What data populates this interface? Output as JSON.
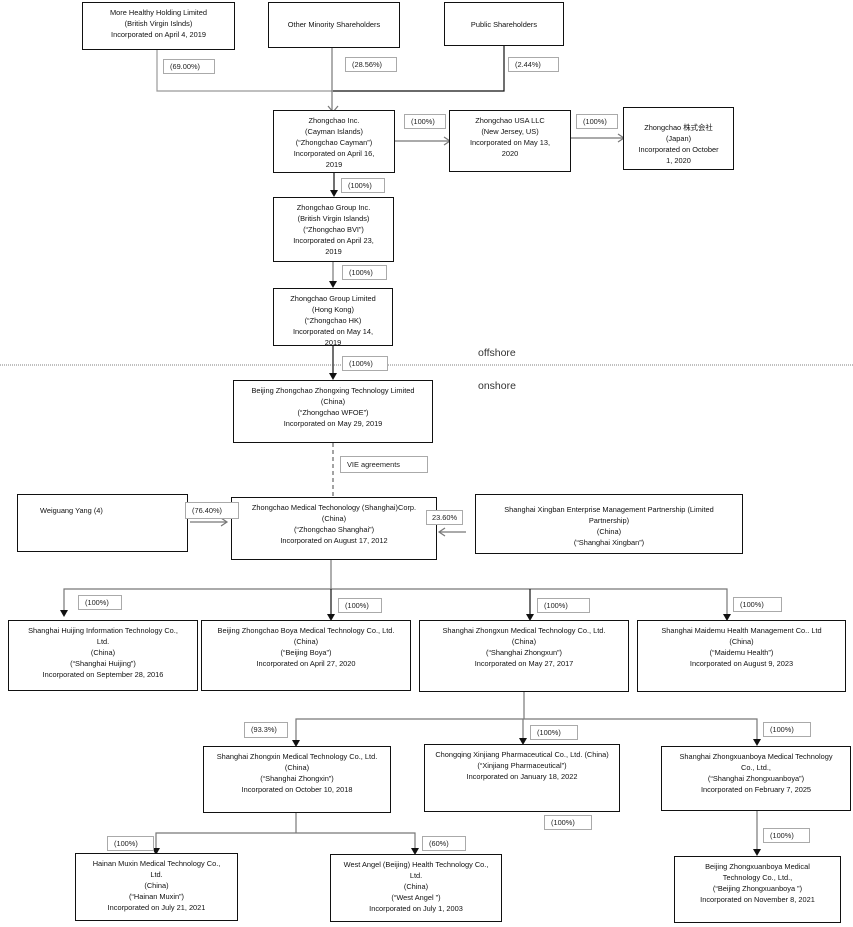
{
  "diagram": {
    "title": "Corporate structure chart",
    "zones": {
      "offshore": "offshore",
      "onshore": "onshore"
    },
    "entities": {
      "more_healthy": [
        "More Healthy Holding Limited",
        "(British Virgin Islnds)",
        "Incorporated on April 4, 2019"
      ],
      "other_minority": [
        "Other Minority Shareholders"
      ],
      "public": [
        "Public Shareholders"
      ],
      "cayman": [
        "Zhongchao Inc.",
        "(Cayman Islands)",
        "(“Zhongchao Cayman”)",
        "Incorporated on April 16,",
        "2019"
      ],
      "usa": [
        "Zhongchao USA LLC",
        "(New Jersey, US)",
        "Incorporated on May 13,",
        "2020"
      ],
      "japan": [
        "Zhongchao 株式会社",
        "(Japan)",
        "Incorporated on October",
        "1, 2020"
      ],
      "bvi": [
        "Zhongchao Group Inc.",
        "(British Virgin Islands)",
        "(“Zhongchao BVI”)",
        "Incorporated on April 23,",
        "2019"
      ],
      "hk": [
        "Zhongchao Group Limited",
        "(Hong Kong)",
        "(“Zhongchao HK)",
        "Incorporated on May 14,",
        "2019"
      ],
      "wfoe": [
        "Beijing Zhongchao Zhongxing Technology Limited",
        "(China)",
        "(“Zhongchao WFOE”)",
        "Incorporated on May 29, 2019"
      ],
      "weiguang": [
        "Weiguang Yang (4)"
      ],
      "shanghai_main": [
        "Zhongchao Medical Techonology (Shanghai)Corp.",
        "(China)",
        "(“Zhongchao Shanghai”)",
        "Incorporated on August 17, 2012"
      ],
      "xingban": [
        "Shanghai Xingban Enterprise Management Partnership (Limited",
        "Partnership)",
        "(China)",
        "(“Shanghai Xingban”)"
      ],
      "huijing": [
        "Shanghai Huijing Information Technology Co.,",
        "Ltd.",
        "(China)",
        "(“Shanghai Huijing”)",
        "Incorporated on September 28, 2016"
      ],
      "boya": [
        "Beijing Zhongchao Boya Medical Technology Co., Ltd.",
        "(China)",
        "(“Beijing Boya”)",
        "Incorporated on April 27, 2020"
      ],
      "zhongxun": [
        "Shanghai Zhongxun Medical Technology Co., Ltd.",
        "(China)",
        "(“Shanghai Zhongxun”)",
        "Incorporated on May 27, 2017"
      ],
      "maidemu": [
        "Shanghai Maidemu Health Management Co.. Ltd",
        "(China)",
        "(“Maidemu Health”)",
        "Incorporated on August 9, 2023"
      ],
      "zhongxin": [
        "Shanghai Zhongxin Medical Technology Co., Ltd.",
        "(China)",
        "(“Shanghai Zhongxin”)",
        "Incorporated on October 10, 2018"
      ],
      "xinjiang": [
        "Chongqing Xinjiang Pharmaceutical Co., Ltd. (China)",
        "(“Xinjiang Pharmaceutical”)",
        "Incorporated on January 18, 2022"
      ],
      "zhongxuanboya_sh": [
        "Shanghai Zhongxuanboya Medical Technology",
        "Co., Ltd.,",
        "(“Shanghai Zhongxuanboya”)",
        "Incorporated on February 7, 2025"
      ],
      "muxin": [
        "Hainan Muxin  Medical Technology Co.,",
        "Ltd.",
        "(China)",
        "(“Hainan Muxin”)",
        "Incorporated on July 21, 2021"
      ],
      "west_angel": [
        "West Angel (Beijing) Health Technology Co.,",
        "Ltd.",
        "(China)",
        "(“West Angel ”)",
        "Incorporated on July 1, 2003"
      ],
      "zhongxuanboya_bj": [
        "Beijing Zhongxuanboya Medical",
        "Technology Co., Ltd.,",
        "(“Beijing Zhongxuanboya ”)",
        "Incorporated on November 8, 2021"
      ]
    },
    "ownership_labels": {
      "more_healthy_to_cayman": "(69.00%)",
      "other_minority_to_cayman": "(28.56%)",
      "public_to_cayman": "(2.44%)",
      "cayman_to_usa": "(100%)",
      "usa_to_japan": "(100%)",
      "cayman_to_bvi": "(100%)",
      "bvi_to_hk": "(100%)",
      "hk_to_wfoe": "(100%)",
      "wfoe_to_shanghai_main": "VIE agreements",
      "weiguang_to_shanghai_main": "(76.40%)",
      "xingban_to_shanghai_main": "23.60%",
      "shanghai_main_to_huijing": "(100%)",
      "shanghai_main_to_boya": "(100%)",
      "shanghai_main_to_zhongxun": "(100%)",
      "shanghai_main_to_maidemu": "(100%)",
      "zhongxun_to_zhongxin": "(93.3%)",
      "zhongxun_to_xinjiang": "(100%)",
      "xinjiang_extra": "(100%)",
      "zhongxun_to_zhongxuanboya_sh": "(100%)",
      "zhongxin_to_muxin": "(100%)",
      "zhongxin_to_west_angel": "(60%)",
      "zhongxuanboya_sh_to_bj": "(100%)"
    }
  }
}
